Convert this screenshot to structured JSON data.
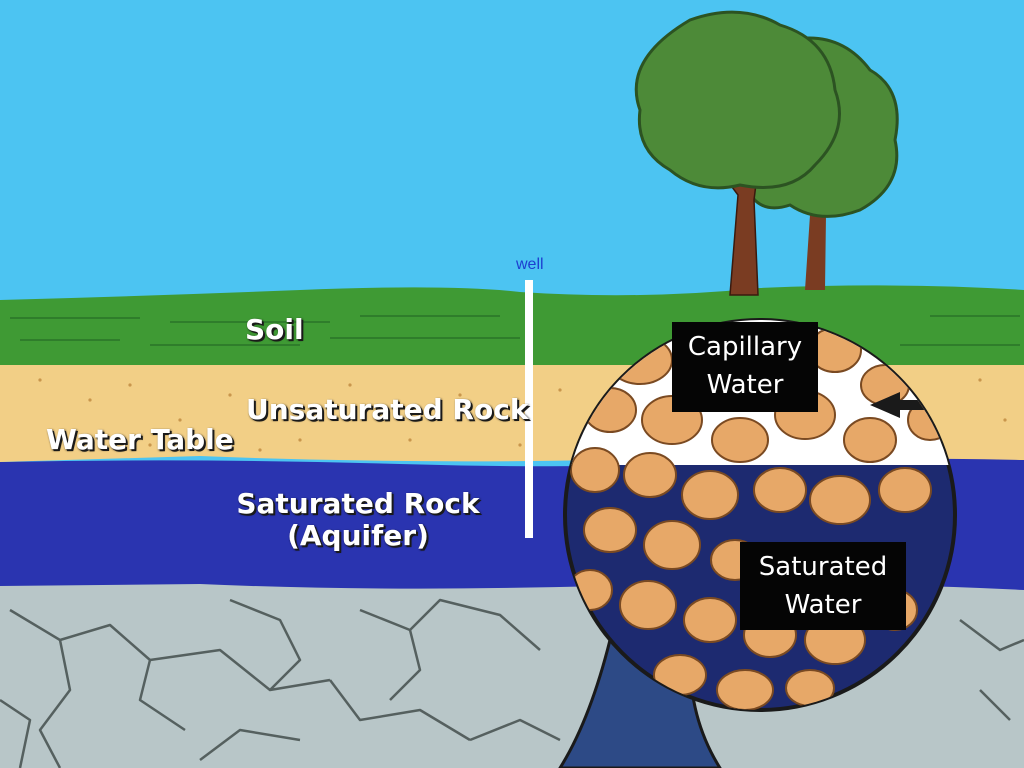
{
  "labels": {
    "well": "well",
    "soil": "Soil",
    "unsaturated_rock": "Unsaturated Rock",
    "water_table": "Water Table",
    "saturated_rock_line1": "Saturated Rock",
    "saturated_rock_line2": "(Aquifer)",
    "capillary_line1": "Capillary",
    "capillary_line2": "Water",
    "saturated_water_line1": "Saturated",
    "saturated_water_line2": "Water"
  },
  "colors": {
    "sky": "#4cc4f2",
    "grass": "#3f9a34",
    "grass_dark": "#2f7d2b",
    "unsaturated_sand": "#f2cf86",
    "aquifer_blue": "#2a34b0",
    "bedrock": "#b8c6c8",
    "crack": "#55605f",
    "pebble": "#e7a868",
    "well_pipe": "#ffffff",
    "tree_foliage": "#4d8a38",
    "tree_trunk": "#7a3c22",
    "label_box": "#050505"
  },
  "icons": [
    "tree-icon",
    "magnifier-circle-icon",
    "arrow-left-icon"
  ]
}
